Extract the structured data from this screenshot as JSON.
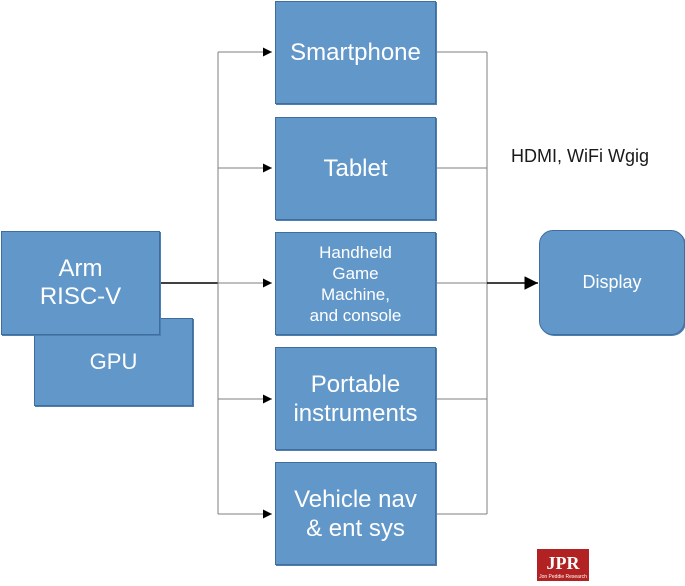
{
  "diagram": {
    "cpu_label": "Arm\nRISC-V",
    "gpu_label": "GPU",
    "devices": [
      {
        "label": "Smartphone"
      },
      {
        "label": "Tablet"
      },
      {
        "label": "Handheld\nGame\nMachine,\nand console"
      },
      {
        "label": "Portable\ninstruments"
      },
      {
        "label": "Vehicle nav\n& ent sys"
      }
    ],
    "display_label": "Display",
    "link_note": "HDMI, WiFi Wgig"
  },
  "logo": {
    "text": "JPR",
    "subtext": "Jon Peddie Research",
    "color": "#b22222"
  },
  "colors": {
    "box_fill": "#6297c9",
    "wire": "#7f7f7f"
  }
}
